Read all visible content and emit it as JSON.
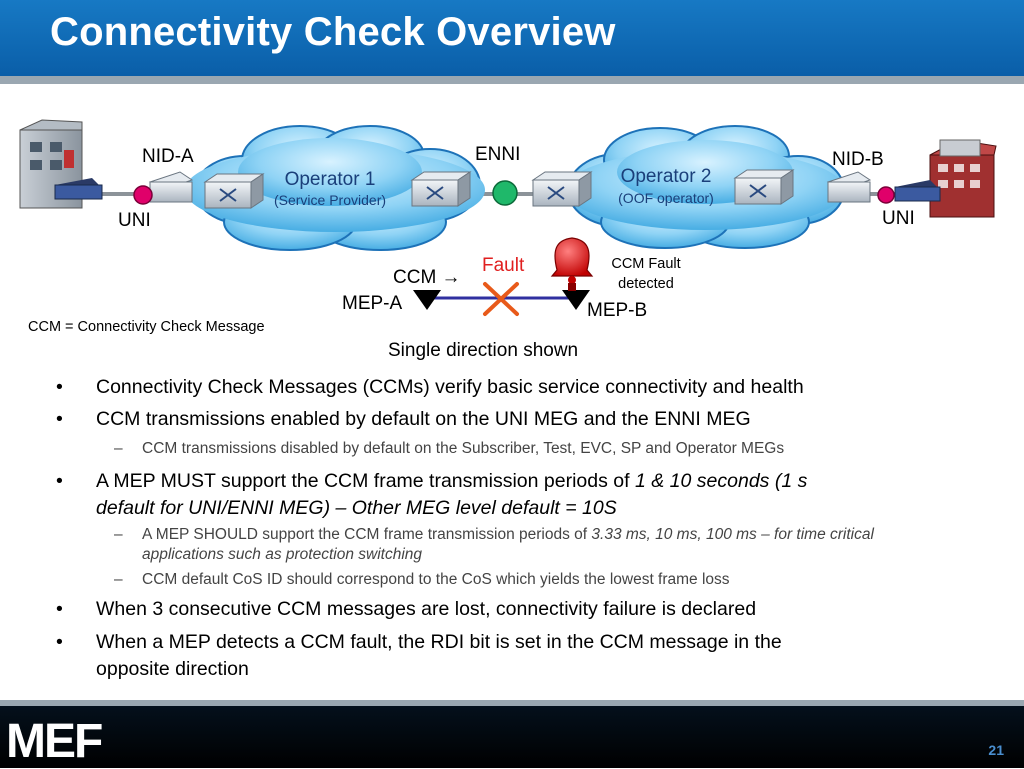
{
  "title": "Connectivity Check Overview",
  "diagram": {
    "nid_a": "NID-A",
    "nid_b": "NID-B",
    "uni_left": "UNI",
    "uni_right": "UNI",
    "enni": "ENNI",
    "operator1_name": "Operator 1",
    "operator1_role": "(Service Provider)",
    "operator2_name": "Operator 2",
    "operator2_role": "(OOF operator)",
    "ccm_arrow_label": "CCM →",
    "fault_label": "Fault",
    "ccm_fault_line1": "CCM Fault",
    "ccm_fault_line2": "detected",
    "mep_a": "MEP-A",
    "mep_b": "MEP-B",
    "ccm_definition": "CCM = Connectivity Check Message",
    "direction_note": "Single direction shown"
  },
  "bullets": {
    "b1": "Connectivity Check Messages (CCMs) verify basic service connectivity and health",
    "b2": "CCM transmissions enabled by default on the UNI MEG and the ENNI MEG",
    "b2_sub1": "CCM transmissions disabled by default on the Subscriber, Test, EVC, SP and Operator MEGs",
    "b3_plain": "A MEP MUST support the CCM frame transmission periods of ",
    "b3_italic_line1": "1 & 10 seconds (1 s",
    "b3_italic_line2": "default for UNI/ENNI MEG) – Other MEG level default = 10S",
    "b3_sub1_plain": "A MEP SHOULD support the CCM frame transmission periods of ",
    "b3_sub1_italic_line1": "3.33 ms, 10 ms, 100 ms – for time critical",
    "b3_sub1_italic_line2": "applications such as protection switching",
    "b3_sub2": "CCM default CoS ID should correspond to the CoS which yields the lowest frame loss",
    "b4": "When 3 consecutive CCM messages are lost, connectivity failure is declared",
    "b5_line1": "When a MEP detects a CCM fault, the RDI bit is set in the CCM message in the",
    "b5_line2": "opposite direction"
  },
  "footer": {
    "logo": "MEF",
    "page_number": "21"
  },
  "colors": {
    "title_bar": "#0f6cb8",
    "cloud_fill": "#8fd3f5",
    "uni_marker": "#e0006a",
    "enni_marker": "#1fb86a",
    "fault_text": "#e01f1f",
    "fault_cross": "#e85a1a",
    "mep_line": "#3030a0"
  }
}
